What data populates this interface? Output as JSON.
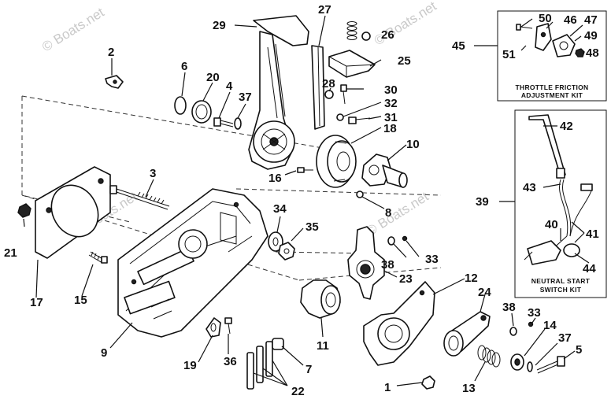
{
  "watermark": "© Boats.net",
  "kits": {
    "throttle_friction": {
      "line1": "THROTTLE FRICTION",
      "line2": "ADJUSTMENT KIT"
    },
    "neutral_start": {
      "line1": "NEUTRAL START",
      "line2": "SWITCH KIT"
    }
  },
  "labels": {
    "n1": "1",
    "n2": "2",
    "n3": "3",
    "n4": "4",
    "n5": "5",
    "n6": "6",
    "n7": "7",
    "n8": "8",
    "n9": "9",
    "n10": "10",
    "n11": "11",
    "n12": "12",
    "n13": "13",
    "n14": "14",
    "n15": "15",
    "n16": "16",
    "n17": "17",
    "n18": "18",
    "n19": "19",
    "n20": "20",
    "n21": "21",
    "n22": "22",
    "n23": "23",
    "n24": "24",
    "n25": "25",
    "n26": "26",
    "n27": "27",
    "n28": "28",
    "n29": "29",
    "n30": "30",
    "n31": "31",
    "n32": "32",
    "n33a": "33",
    "n33b": "33",
    "n34": "34",
    "n35": "35",
    "n36": "36",
    "n37a": "37",
    "n37b": "37",
    "n38a": "38",
    "n38b": "38",
    "n39": "39",
    "n40": "40",
    "n41": "41",
    "n42": "42",
    "n43": "43",
    "n44": "44",
    "n45": "45",
    "n46": "46",
    "n47": "47",
    "n48": "48",
    "n49": "49",
    "n50": "50",
    "n51": "51"
  }
}
